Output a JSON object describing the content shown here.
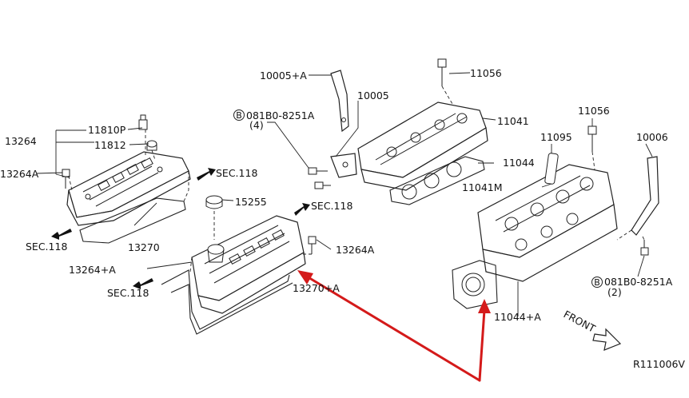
{
  "diagram": {
    "labels": {
      "p11810p": "11810P",
      "p13264": "13264",
      "p11812": "11812",
      "p13264a_left": "13264A",
      "sec118_top": "SEC.118",
      "sec118_left": "SEC.118",
      "p13270": "13270",
      "p15255": "15255",
      "sec118_mid": "SEC.118",
      "p13264a_mid": "13264A",
      "p13264_plus_a": "13264+A",
      "sec118_bottom": "SEC.118",
      "p13270_plus_a": "13270+A",
      "p10005_plus_a": "10005+A",
      "p10005": "10005",
      "bolt_081b0_top": "081B0-8251A",
      "bolt_qty_top": "(4)",
      "p11056_top": "11056",
      "p11041": "11041",
      "p11044": "11044",
      "p11056_right": "11056",
      "p11095": "11095",
      "p10006": "10006",
      "p11041m": "11041M",
      "bolt_081b0_bottom": "081B0-8251A",
      "bolt_qty_bottom": "(2)",
      "p11044_plus_a": "11044+A",
      "front": "FRONT",
      "ref_code": "R111006V",
      "bolt_symbol": "B"
    },
    "highlight_color": "#d41a1a",
    "line_color": "#222222"
  }
}
